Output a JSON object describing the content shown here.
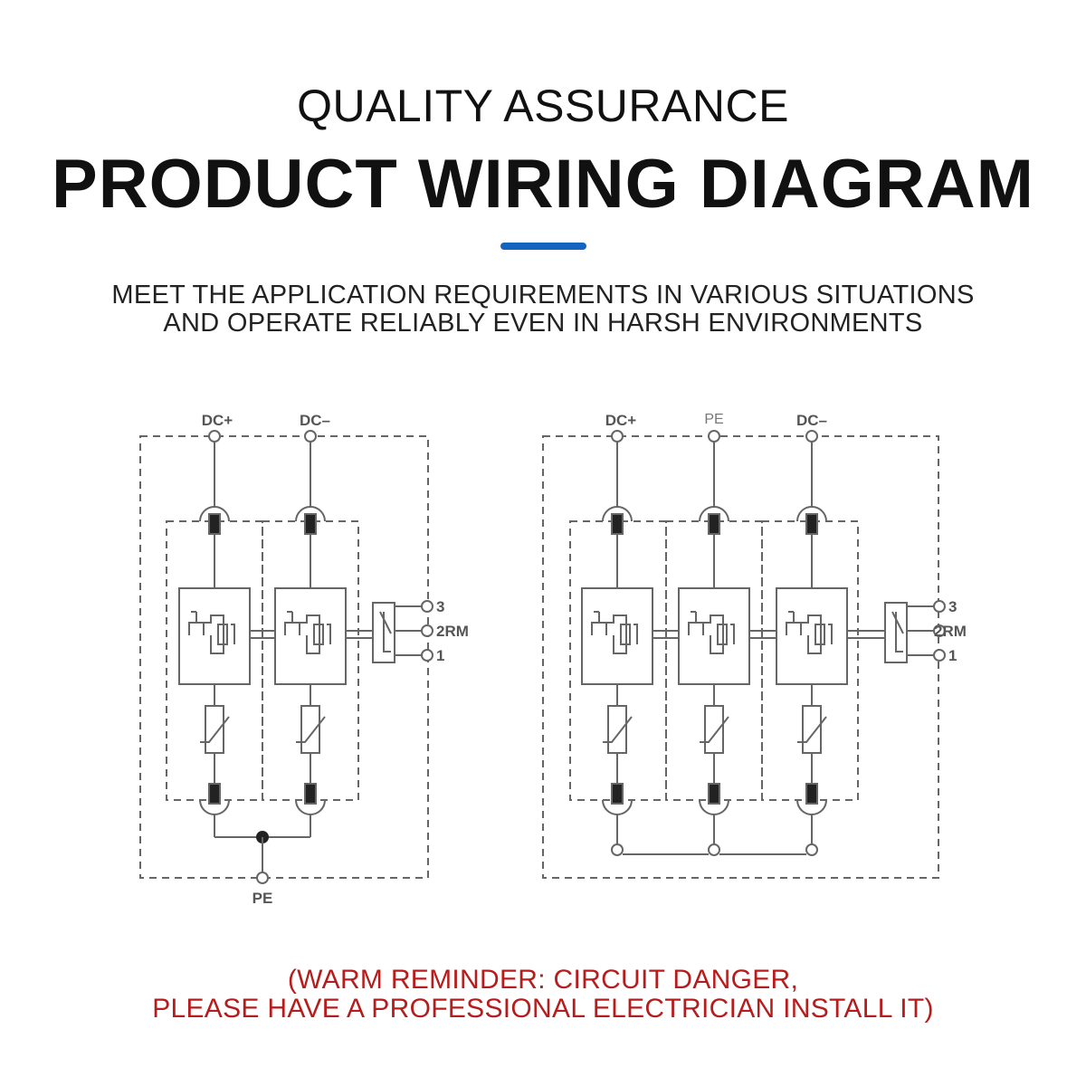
{
  "header": {
    "kicker": "QUALITY ASSURANCE",
    "title": "PRODUCT WIRING DIAGRAM",
    "subtitle_line1": "MEET THE APPLICATION REQUIREMENTS IN VARIOUS SITUATIONS",
    "subtitle_line2": "AND OPERATE RELIABLY EVEN IN HARSH ENVIRONMENTS"
  },
  "diagram_left": {
    "terminals": {
      "dc_plus": "DC+",
      "dc_minus": "DC–",
      "pe": "PE"
    },
    "remote": {
      "t3": "3",
      "t2": "2RM",
      "t1": "1"
    }
  },
  "diagram_right": {
    "terminals": {
      "dc_plus": "DC+",
      "pe": "PE",
      "dc_minus": "DC–"
    },
    "remote": {
      "t3": "3",
      "t2": "2RM",
      "t1": "1"
    }
  },
  "warning": {
    "line1": "(WARM REMINDER: CIRCUIT DANGER,",
    "line2": "PLEASE HAVE A PROFESSIONAL ELECTRICIAN INSTALL IT)"
  },
  "colors": {
    "accent": "#1565c0",
    "warning": "#b71c1c",
    "line": "#666666"
  }
}
